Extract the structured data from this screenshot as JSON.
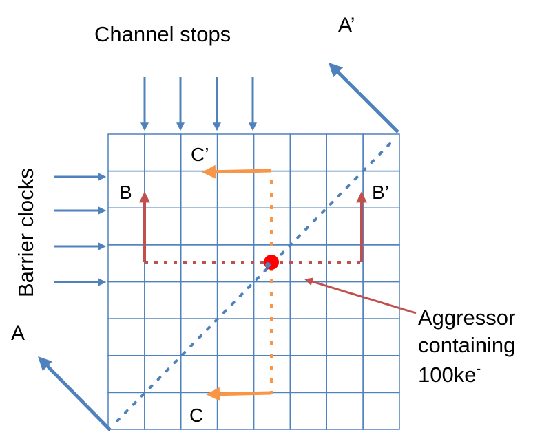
{
  "labels": {
    "channel_stops": "Channel stops",
    "barrier_clocks": "Barrier clocks",
    "a": "A",
    "a_prime": "A’",
    "b": "B",
    "b_prime": "B’",
    "c": "C",
    "c_prime": "C’",
    "aggressor_line1": "Aggressor",
    "aggressor_line2": "containing",
    "aggressor_line3": "100ke",
    "aggressor_sup": "-"
  },
  "grid": {
    "rows": 8,
    "cols": 8
  },
  "colors": {
    "grid": "#4f81bd",
    "arrow_blue": "#4f81bd",
    "arrow_red": "#c0504d",
    "arrow_orange": "#f79646",
    "dots_blue": "#4f81bd",
    "aggressor": "#ff0000"
  }
}
